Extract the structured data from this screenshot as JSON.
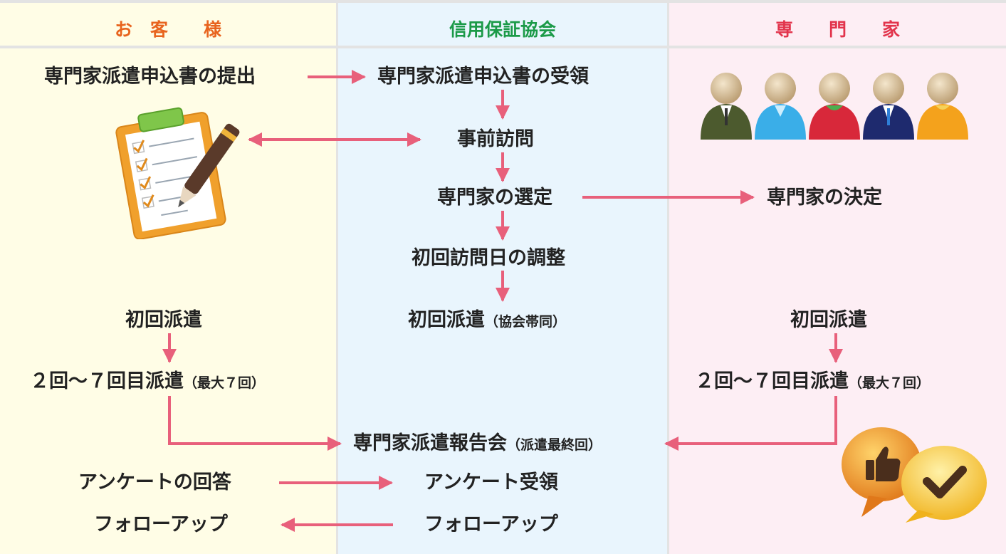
{
  "headers": {
    "customer": "お　客　　様",
    "association": "信用保証協会",
    "expert": "専　　門　　家",
    "customer_color": "#e8641e",
    "association_color": "#1b9a48",
    "expert_color": "#e2344c"
  },
  "customer": {
    "submit": "専門家派遣申込書の提出",
    "first_dispatch": "初回派遣",
    "repeat_dispatch": "２回～７回目派遣",
    "repeat_note": "（最大７回）",
    "survey_answer": "アンケートの回答",
    "follow_up": "フォローアップ"
  },
  "association": {
    "receive": "専門家派遣申込書の受領",
    "pre_visit": "事前訪問",
    "selection": "専門家の選定",
    "schedule": "初回訪問日の調整",
    "first_dispatch": "初回派遣",
    "first_note": "（協会帯同）",
    "report": "専門家派遣報告会",
    "report_note": "（派遣最終回）",
    "survey_receive": "アンケート受領",
    "follow_up": "フォローアップ"
  },
  "expert": {
    "decision": "専門家の決定",
    "first_dispatch": "初回派遣",
    "repeat_dispatch": "２回～７回目派遣",
    "repeat_note": "（最大７回）"
  },
  "arrow_color": "#e8607b",
  "icons": [
    "clipboard-checklist-icon",
    "expert-people-icon",
    "thumbs-up-check-bubble-icon"
  ]
}
